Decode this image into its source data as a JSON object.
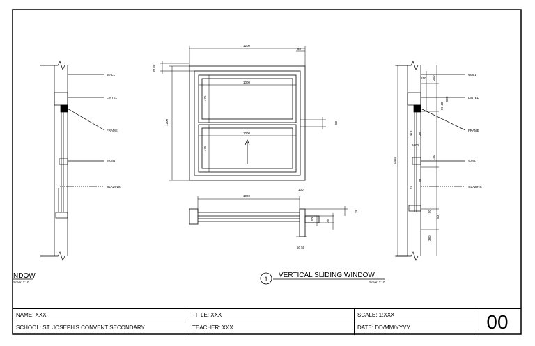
{
  "drawing": {
    "main_title": "VERTICAL SLIDING WINDOW",
    "main_scale": "Scale: 1:10",
    "view_number": "1",
    "left_title_fragment": "NDOW",
    "left_scale": "Scale: 1:10",
    "labels_left": [
      "WALL",
      "LINTEL",
      "FRAME",
      "SASH",
      "GLAZING"
    ],
    "labels_right": [
      "WALL",
      "LINTEL",
      "FRAME",
      "SASH",
      "GLAZING"
    ],
    "dims_front": {
      "overall_width": "1200",
      "overall_height": "1200",
      "top_offset": "50",
      "left_offsets": "50 50",
      "upper_sash_width": "1000",
      "lower_sash_width": "1000",
      "upper_sash_height": "475",
      "lower_sash_height": "475",
      "meeting_rail": "50"
    },
    "dims_plan": {
      "width": "1000",
      "right_offset": "100",
      "depth_a": "38",
      "depth_b": "75",
      "depth_c": "50",
      "bottom": "50 50"
    },
    "dims_section": {
      "total": "5664",
      "top_a": "250",
      "top_b": "150",
      "lintel_a": "500",
      "lintel_b": "50 40",
      "mid_a": "475",
      "mid_b": "38",
      "mid_c": "1000",
      "mid_d": "150",
      "mid_e": "75",
      "mid_f": "50",
      "low_a": "50",
      "low_b": "50",
      "bottom": "380"
    }
  },
  "title_block": {
    "name": "NAME:  XXX",
    "school": "SCHOOL:  ST. JOSEPH'S CONVENT SECONDARY",
    "title": "TITLE:  XXX",
    "teacher": "TEACHER:  XXX",
    "scale": "SCALE:  1:XXX",
    "date": "DATE:  DD/MM/YYYY",
    "sheet_number": "00"
  }
}
